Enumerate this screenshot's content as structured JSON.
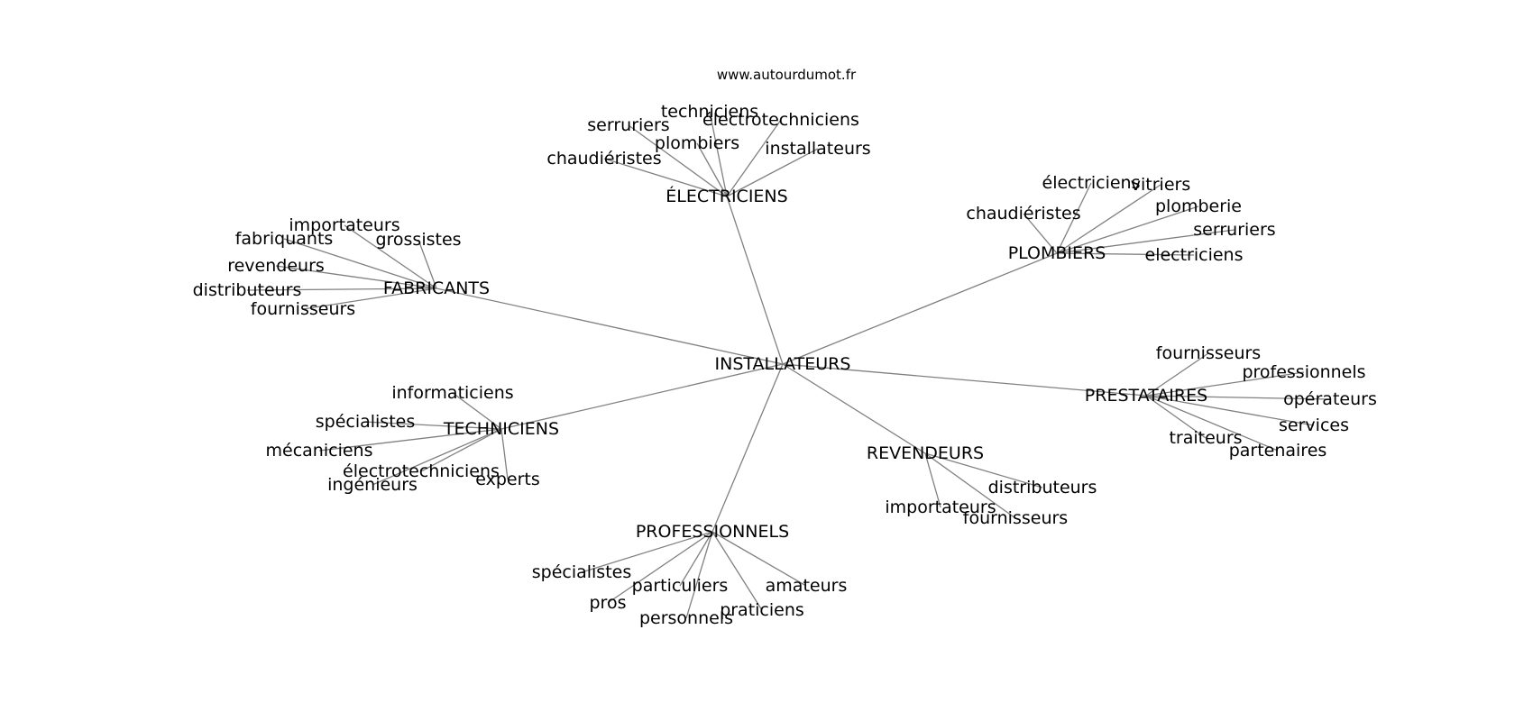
{
  "credit": "www.autourdumot.fr",
  "graph": {
    "center": "INSTALLATEURS",
    "groups": [
      {
        "label": "ÉLECTRICIENS",
        "leaves": [
          "techniciens",
          "serruriers",
          "électrotechniciens",
          "plombiers",
          "installateurs",
          "chaudiéristes"
        ]
      },
      {
        "label": "PLOMBIERS",
        "leaves": [
          "électriciens",
          "vitriers",
          "chaudiéristes",
          "plomberie",
          "serruriers",
          "electriciens"
        ]
      },
      {
        "label": "FABRICANTS",
        "leaves": [
          "importateurs",
          "fabriquants",
          "grossistes",
          "revendeurs",
          "distributeurs",
          "fournisseurs"
        ]
      },
      {
        "label": "PRESTATAIRES",
        "leaves": [
          "fournisseurs",
          "professionnels",
          "opérateurs",
          "services",
          "traiteurs",
          "partenaires"
        ]
      },
      {
        "label": "TECHNICIENS",
        "leaves": [
          "informaticiens",
          "spécialistes",
          "mécaniciens",
          "électrotechniciens",
          "ingénieurs",
          "experts"
        ]
      },
      {
        "label": "REVENDEURS",
        "leaves": [
          "distributeurs",
          "importateurs",
          "fournisseurs"
        ]
      },
      {
        "label": "PROFESSIONNELS",
        "leaves": [
          "spécialistes",
          "particuliers",
          "amateurs",
          "pros",
          "praticiens",
          "personnels"
        ]
      }
    ]
  }
}
